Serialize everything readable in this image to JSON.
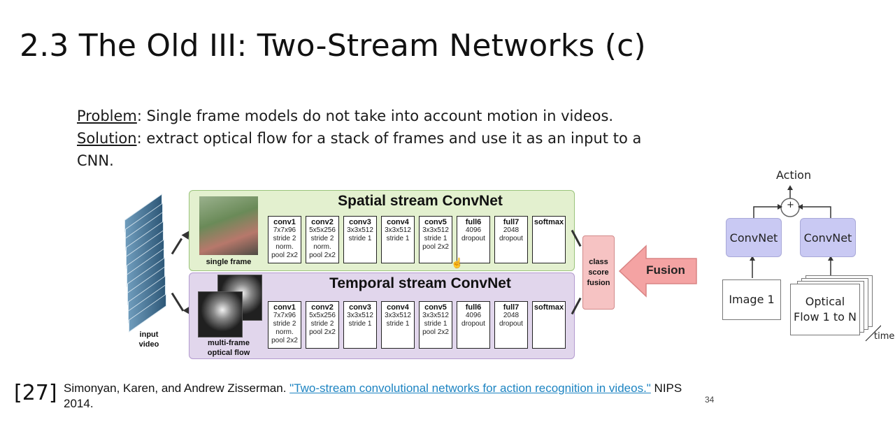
{
  "slide": {
    "title": "2.3 The Old III: Two-Stream Networks (c)",
    "page_number": "34"
  },
  "body": {
    "problem_term": "Problem",
    "problem_text": ": Single frame models do not take into account motion in videos.",
    "solution_term": "Solution",
    "solution_text": ": extract optical flow for a stack of frames and use it as an input to a CNN."
  },
  "diagram": {
    "input_label_1": "input",
    "input_label_2": "video",
    "spatial_title": "Spatial stream ConvNet",
    "temporal_title": "Temporal stream ConvNet",
    "single_frame_label": "single frame",
    "multi_frame_label_1": "multi-frame",
    "multi_frame_label_2": "optical flow",
    "spatial_layers": [
      {
        "name": "conv1",
        "spec": "7x7x96\nstride 2\nnorm.\npool 2x2"
      },
      {
        "name": "conv2",
        "spec": "5x5x256\nstride 2\nnorm.\npool 2x2"
      },
      {
        "name": "conv3",
        "spec": "3x3x512\nstride 1"
      },
      {
        "name": "conv4",
        "spec": "3x3x512\nstride 1"
      },
      {
        "name": "conv5",
        "spec": "3x3x512\nstride 1\npool 2x2"
      },
      {
        "name": "full6",
        "spec": "4096\ndropout"
      },
      {
        "name": "full7",
        "spec": "2048\ndropout"
      },
      {
        "name": "softmax",
        "spec": ""
      }
    ],
    "temporal_layers": [
      {
        "name": "conv1",
        "spec": "7x7x96\nstride 2\nnorm.\npool 2x2"
      },
      {
        "name": "conv2",
        "spec": "5x5x256\nstride 2\npool 2x2"
      },
      {
        "name": "conv3",
        "spec": "3x3x512\nstride 1"
      },
      {
        "name": "conv4",
        "spec": "3x3x512\nstride 1"
      },
      {
        "name": "conv5",
        "spec": "3x3x512\nstride 1\npool 2x2"
      },
      {
        "name": "full6",
        "spec": "4096\ndropout"
      },
      {
        "name": "full7",
        "spec": "2048\ndropout"
      },
      {
        "name": "softmax",
        "spec": ""
      }
    ],
    "fusion_box_label": "class\nscore\nfusion",
    "fusion_arrow_label": "Fusion",
    "colors": {
      "spatial_bg": "#e3f0cf",
      "temporal_bg": "#e1d6ec",
      "fusion_box": "#f6c3c3",
      "fusion_arrow": "#f4a3a3",
      "convnet_box": "#c9c9f3"
    }
  },
  "right_diagram": {
    "action_label": "Action",
    "sum_symbol": "+",
    "convnet_left": "ConvNet",
    "convnet_right": "ConvNet",
    "image_label": "Image 1",
    "flow_label_1": "Optical",
    "flow_label_2": "Flow 1 to N",
    "time_label": "time"
  },
  "reference": {
    "number": "[27]",
    "authors": "Simonyan, Karen, and Andrew Zisserman. ",
    "link_text": "\"Two-stream convolutional networks for action recognition in videos.\"",
    "venue": " NIPS 2014."
  }
}
